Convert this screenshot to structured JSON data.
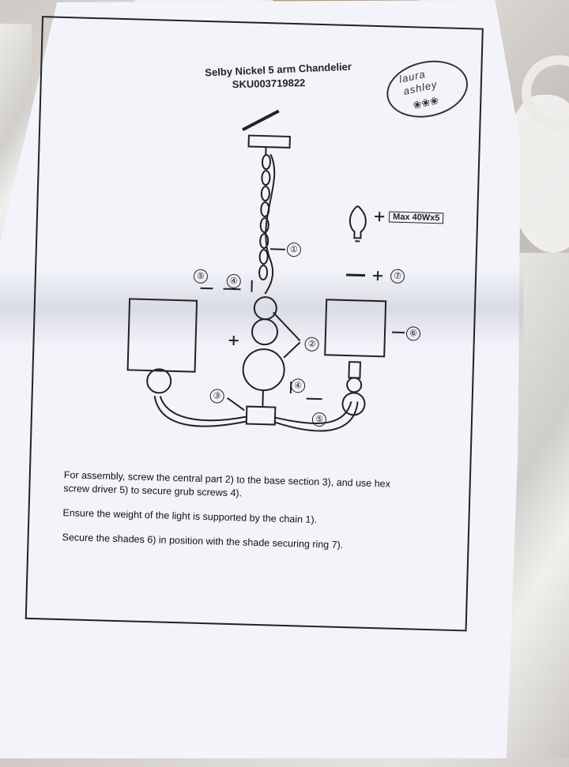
{
  "document": {
    "title": "Selby Nickel 5 arm Chandelier",
    "sku": "SKU003719822",
    "logo_line1": "laura",
    "logo_line2": "ashley",
    "bulb_spec": "Max 40Wx5",
    "callouts": [
      "①",
      "②",
      "③",
      "④",
      "⑤",
      "⑥",
      "⑦",
      "④",
      "⑤"
    ],
    "instructions": [
      "For assembly, screw the central part 2) to the base section 3), and use hex",
      "screw driver 5) to secure grub screws 4).",
      "Ensure the weight of the light is supported by the chain 1).",
      "Secure the shades 6) in position with the shade securing ring 7)."
    ]
  },
  "colors": {
    "paper": "#f3f4fa",
    "ink": "#222222",
    "background_foam": "#f4f3f1",
    "box": "#b89a6f"
  }
}
